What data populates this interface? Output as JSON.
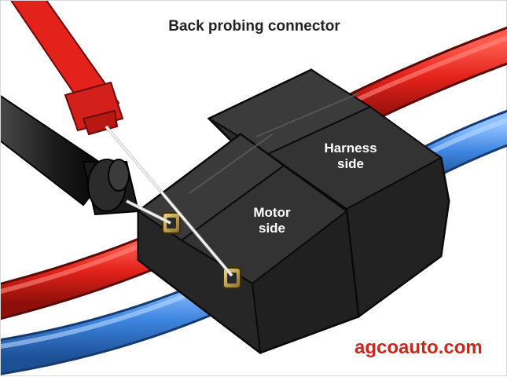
{
  "figure": {
    "title": "Back probing connector",
    "labels": {
      "motor_side": [
        "Motor",
        "side"
      ],
      "harness_side": [
        "Harness",
        "side"
      ]
    },
    "watermark": "agcoauto.com"
  },
  "colors": {
    "red_wire": "#e3221b",
    "blue_wire": "#3f86e0",
    "connector": "#2d2d2d",
    "brand_text": "#c8281c"
  },
  "icons": [
    "red-probe-icon",
    "black-probe-icon",
    "connector-icon"
  ]
}
